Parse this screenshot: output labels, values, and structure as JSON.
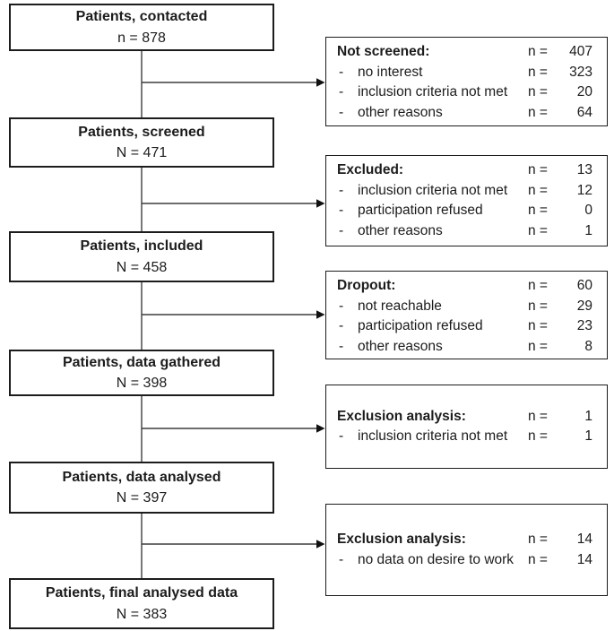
{
  "diagram": {
    "title_hint": "Patient flow chart",
    "colors": {
      "background": "#ffffff",
      "box_border": "#1c1c1c",
      "text": "#1c1c1c",
      "connector_line": "#3d3d3d",
      "arrowhead": "#111111"
    },
    "symbols": {
      "n_prefix": "n =",
      "dash": "-"
    },
    "main_boxes": [
      {
        "title": "Patients, contacted",
        "subtitle": "n = 878"
      },
      {
        "title": "Patients, screened",
        "subtitle": "N = 471"
      },
      {
        "title": "Patients, included",
        "subtitle": "N = 458"
      },
      {
        "title": "Patients, data gathered",
        "subtitle": "N = 398"
      },
      {
        "title": "Patients, data analysed",
        "subtitle": "N = 397"
      },
      {
        "title": "Patients, final analysed data",
        "subtitle": "N = 383"
      }
    ],
    "side_boxes": [
      {
        "title": "Not screened:",
        "count": "407",
        "items": [
          {
            "label": "no interest",
            "count": "323"
          },
          {
            "label": "inclusion criteria not met",
            "count": "20"
          },
          {
            "label": "other reasons",
            "count": "64"
          }
        ]
      },
      {
        "title": "Excluded:",
        "count": "13",
        "items": [
          {
            "label": "inclusion criteria not met",
            "count": "12"
          },
          {
            "label": "participation refused",
            "count": "0"
          },
          {
            "label": "other reasons",
            "count": "1"
          }
        ]
      },
      {
        "title": "Dropout:",
        "count": "60",
        "items": [
          {
            "label": "not reachable",
            "count": "29"
          },
          {
            "label": "participation refused",
            "count": "23"
          },
          {
            "label": "other reasons",
            "count": "8"
          }
        ]
      },
      {
        "title": "Exclusion analysis:",
        "count": "1",
        "items": [
          {
            "label": "inclusion criteria not met",
            "count": "1"
          }
        ]
      },
      {
        "title": "Exclusion analysis:",
        "count": "14",
        "items": [
          {
            "label": "no data on desire to work",
            "count": "14"
          }
        ]
      }
    ]
  }
}
